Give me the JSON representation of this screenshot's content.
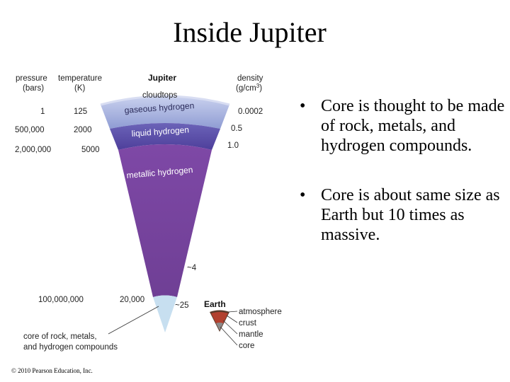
{
  "title": "Inside Jupiter",
  "bullets": [
    "Core is thought to be made of rock, metals, and hydrogen compounds.",
    "Core is about same size as Earth but 10 times as massive."
  ],
  "bullet_symbol": "•",
  "diagram": {
    "headers": {
      "pressure": [
        "pressure",
        "(bars)"
      ],
      "temperature": [
        "temperature",
        "(K)"
      ],
      "planet": "Jupiter",
      "density": [
        "density",
        "(g/cm",
        "3",
        ")"
      ]
    },
    "cloudtops": "cloudtops",
    "layers": {
      "gaseous": "gaseous hydrogen",
      "liquid": "liquid hydrogen",
      "metallic": "metallic hydrogen"
    },
    "rows": [
      {
        "pressure": "1",
        "temperature": "125",
        "density": "0.0002"
      },
      {
        "pressure": "500,000",
        "temperature": "2000",
        "density": "0.5"
      },
      {
        "pressure": "2,000,000",
        "temperature": "5000",
        "density": "1.0"
      }
    ],
    "metallic_density": "~4",
    "core_row": {
      "pressure": "100,000,000",
      "temperature": "20,000",
      "density": "~25"
    },
    "core_label": [
      "core of rock, metals,",
      "and hydrogen compounds"
    ],
    "earth": {
      "title": "Earth",
      "layers": [
        "atmosphere",
        "crust",
        "mantle",
        "core"
      ]
    },
    "colors": {
      "gaseous": "#a9b4dd",
      "liquid": "#5b4aa6",
      "metallic": "#7a449e",
      "core": "#c7dff0",
      "earth_mantle": "#b2402e",
      "earth_core": "#8a8a8a"
    }
  },
  "copyright": "© 2010 Pearson Education, Inc."
}
